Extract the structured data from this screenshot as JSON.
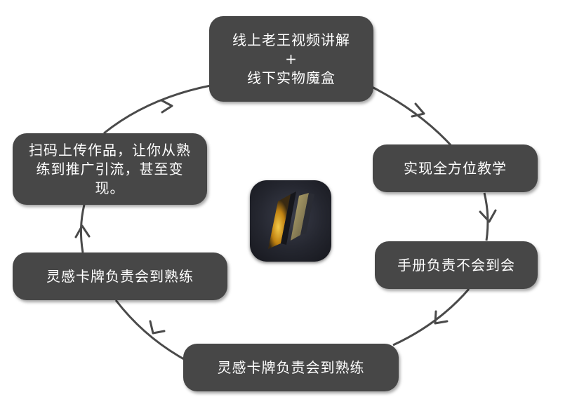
{
  "diagram": {
    "nodes": {
      "top": {
        "lines": [
          "线上老王视频讲解",
          "+",
          "线下实物魔盒"
        ]
      },
      "right_1": {
        "text": "实现全方位教学"
      },
      "right_2": {
        "text": "手册负责不会到会"
      },
      "bottom": {
        "text": "灵感卡牌负责会到熟练"
      },
      "left_2": {
        "text": "灵感卡牌负责会到熟练"
      },
      "left_1": {
        "text": "扫码上传作品，让你从熟练到推广引流，甚至变现。"
      }
    },
    "center_logo": {
      "icon": "lightning-bolt-logo-icon"
    },
    "colors": {
      "node_fill": "#474747",
      "node_text": "#ffffff",
      "arrow": "#4a4a4a",
      "logo_glow": "#f4b71a"
    }
  }
}
